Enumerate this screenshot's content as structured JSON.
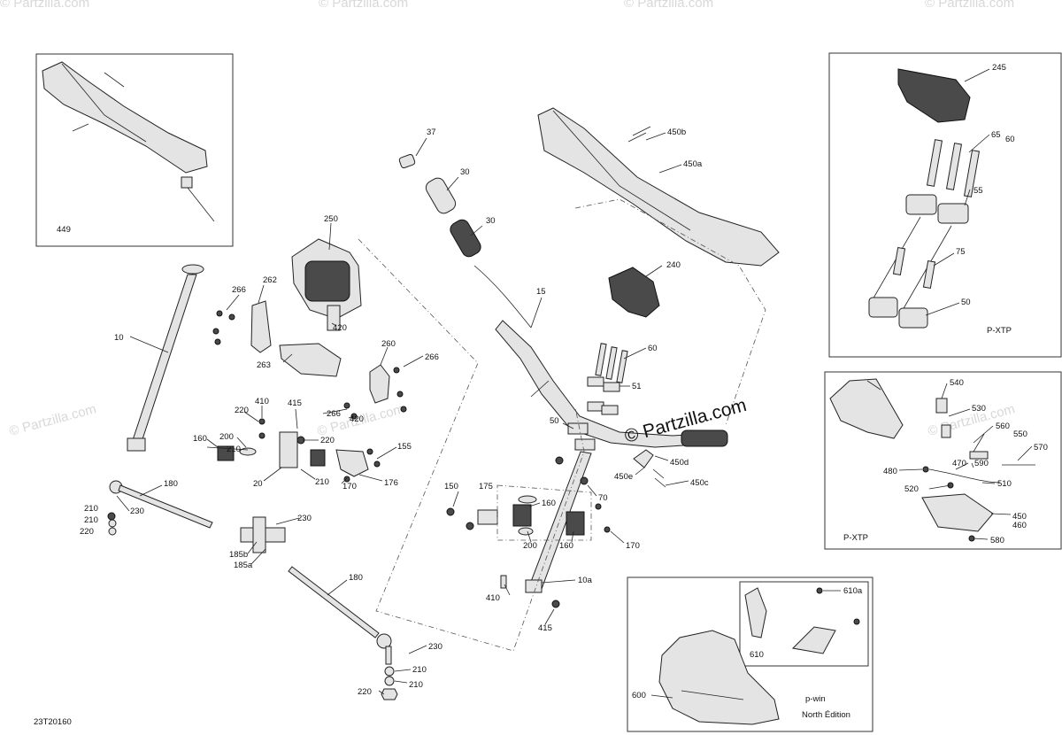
{
  "diagram_code": "23T20160",
  "watermark_main": "© Partzilla.com",
  "watermark_faint": "© Partzilla.com",
  "callouts": {
    "c449": "449",
    "c37": "37",
    "c30a": "30",
    "c30b": "30",
    "c450b": "450b",
    "c450a": "450a",
    "c15": "15",
    "c240": "240",
    "c60a": "60",
    "c51": "51",
    "c50a": "50",
    "c450d": "450d",
    "c450e": "450e",
    "c450c": "450c",
    "c70": "70",
    "c150": "150",
    "c175": "175",
    "c160a": "160",
    "c200a": "200",
    "c160b": "160",
    "c170a": "170",
    "c10a": "10a",
    "c410b": "410",
    "c415b": "415",
    "c250": "250",
    "c266a": "266",
    "c262": "262",
    "c420a": "420",
    "c263": "263",
    "c260": "260",
    "c266b": "266",
    "c266c": "266",
    "c420b": "420",
    "c10": "10",
    "c410a": "410",
    "c220a": "220",
    "c415a": "415",
    "c160c": "160",
    "c200b": "200",
    "c210a": "210",
    "c220b": "220",
    "c20": "20",
    "c210b": "210",
    "c170b": "170",
    "c176": "176",
    "c155": "155",
    "c180a": "180",
    "c230a": "230",
    "c210c": "210",
    "c210d": "210",
    "c220c": "220",
    "c230b": "230",
    "c185b": "185b",
    "c185a": "185a",
    "c180b": "180",
    "c230c": "230",
    "c210e": "210",
    "c210f": "210",
    "c220d": "220",
    "c245": "245",
    "c65": "65",
    "c60b": "60",
    "c55": "55",
    "c75": "75",
    "c50b": "50",
    "cpxtp1": "P-XTP",
    "c540": "540",
    "c530": "530",
    "c560": "560",
    "c550": "550",
    "c570": "570",
    "c480": "480",
    "c470": "470",
    "c590": "590",
    "c520": "520",
    "c510": "510",
    "c450": "450",
    "c460": "460",
    "c580": "580",
    "cpxtp2": "P-XTP",
    "c610a": "610a",
    "c610": "610",
    "c600": "600",
    "cpwin": "p-win",
    "cnorth": "North Édition"
  }
}
